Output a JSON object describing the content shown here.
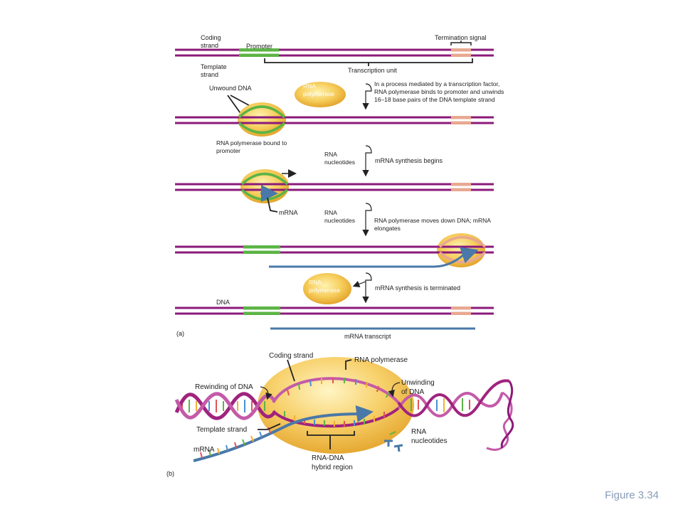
{
  "figure_label": "Figure 3.34",
  "panel_a": {
    "label": "(a)",
    "coding_strand": "Coding strand",
    "template_strand": "Template strand",
    "promoter": "Promoter",
    "termination_signal": "Termination signal",
    "transcription_unit": "Transcription unit",
    "unwound_dna": "Unwound DNA",
    "rna_polymerase": "RNA polymerase",
    "rna_polymerase_bound": "RNA polymerase bound to promoter",
    "rna_nucleotides": "RNA nucleotides",
    "mrna": "mRNA",
    "dna": "DNA",
    "mrna_transcript": "mRNA transcript",
    "step1": "In a process mediated by a transcription factor, RNA polymerase binds to promoter and unwinds 16–18 base pairs of the DNA template strand",
    "step2": "mRNA synthesis begins",
    "step3": "RNA polymerase moves down DNA; mRNA elongates",
    "step4": "mRNA synthesis is terminated"
  },
  "panel_b": {
    "label": "(b)",
    "coding_strand": "Coding strand",
    "rna_polymerase": "RNA polymerase",
    "rewinding": "Rewinding of DNA",
    "unwinding": "Unwinding of DNA",
    "template_strand": "Template strand",
    "mrna": "mRNA",
    "hybrid_region": "RNA-DNA hybrid region",
    "rna_nucleotides": "RNA nucleotides"
  },
  "colors": {
    "dna": "#8b1a7a",
    "promoter": "#5cb446",
    "termination": "#e8a890",
    "mrna": "#4a78a8",
    "polymerase": "#f3c14a"
  }
}
